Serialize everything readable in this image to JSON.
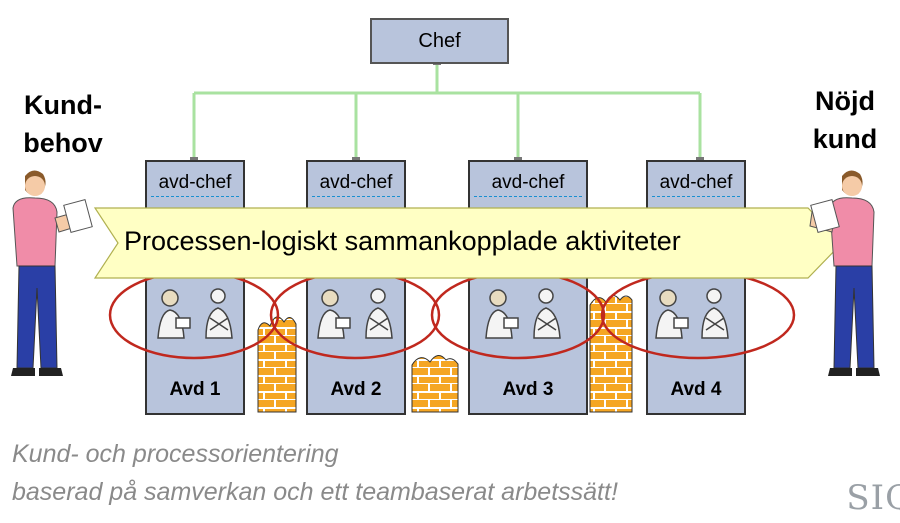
{
  "chef": {
    "label": "Chef"
  },
  "left_label": {
    "line1": "Kund-",
    "line2": "behov"
  },
  "right_label": {
    "line1": "Nöjd",
    "line2": "kund"
  },
  "departments": [
    {
      "chef_label": "avd-chef",
      "name": "Avd 1"
    },
    {
      "chef_label": "avd-chef",
      "name": "Avd 2"
    },
    {
      "chef_label": "avd-chef",
      "name": "Avd 3"
    },
    {
      "chef_label": "avd-chef",
      "name": "Avd 4"
    }
  ],
  "process_arrow": {
    "label": "Processen-logiskt sammankopplade aktiviteter"
  },
  "caption": {
    "line1": "Kund- och processorientering",
    "line2": "baserad på samverkan och ett teambaserat arbetssätt!"
  },
  "logo": {
    "text": "SIQ"
  },
  "colors": {
    "box_fill": "#b8c4dc",
    "connector": "#a9e2a0",
    "arrow_fill": "#ffffc4",
    "ellipse_stroke": "#c0281e",
    "wall_fill": "#f5a623",
    "caption_text": "#8a8a8a",
    "person_shirt": "#f08ca8",
    "person_pants": "#2a3fa6"
  },
  "icons": [
    "person-reading-icon",
    "doctor-icon",
    "mechanic-icon",
    "brick-wall-icon"
  ]
}
